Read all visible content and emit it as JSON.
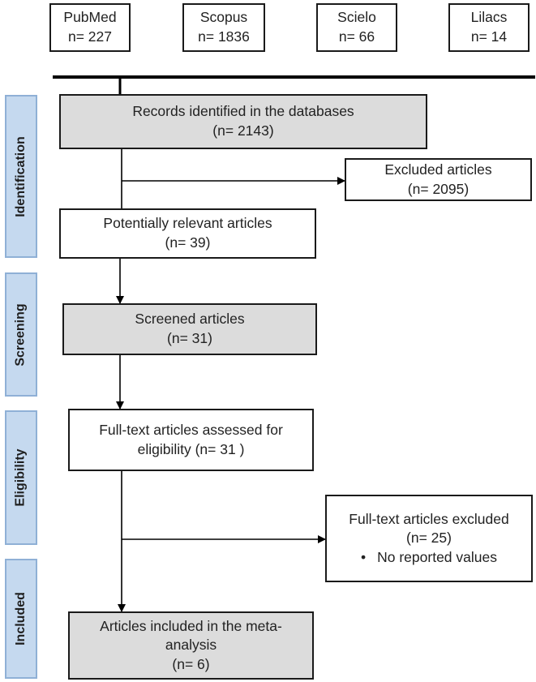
{
  "sources": [
    {
      "name": "PubMed",
      "count": "n= 227"
    },
    {
      "name": "Scopus",
      "count": "n= 1836"
    },
    {
      "name": "Scielo",
      "count": "n= 66"
    },
    {
      "name": "Lilacs",
      "count": "n= 14"
    }
  ],
  "stages": {
    "identification": "Identification",
    "screening": "Screening",
    "eligibility": "Eligibility",
    "included": "Included"
  },
  "boxes": {
    "records": {
      "line1": "Records identified in the databases",
      "line2": "(n= 2143)"
    },
    "excluded": {
      "line1": "Excluded articles",
      "line2": "(n= 2095)"
    },
    "relevant": {
      "line1": "Potentially relevant articles",
      "line2": "(n= 39)"
    },
    "screened": {
      "line1": "Screened articles",
      "line2": "(n= 31)"
    },
    "fulltext": {
      "line1": "Full-text articles assessed for",
      "line2": "eligibility (n= 31 )"
    },
    "fulltext_excluded": {
      "line1": "Full-text articles excluded",
      "line2": "(n= 25)",
      "bullet": "•",
      "item": "No reported values"
    },
    "included": {
      "line1": "Articles included in the meta-",
      "line2": "analysis",
      "line3": "(n= 6)"
    }
  },
  "colors": {
    "grey_box": "#dcdcdc",
    "stage_fill": "#c5d9ef",
    "stage_border": "#8fb0d6",
    "line": "#000000"
  }
}
